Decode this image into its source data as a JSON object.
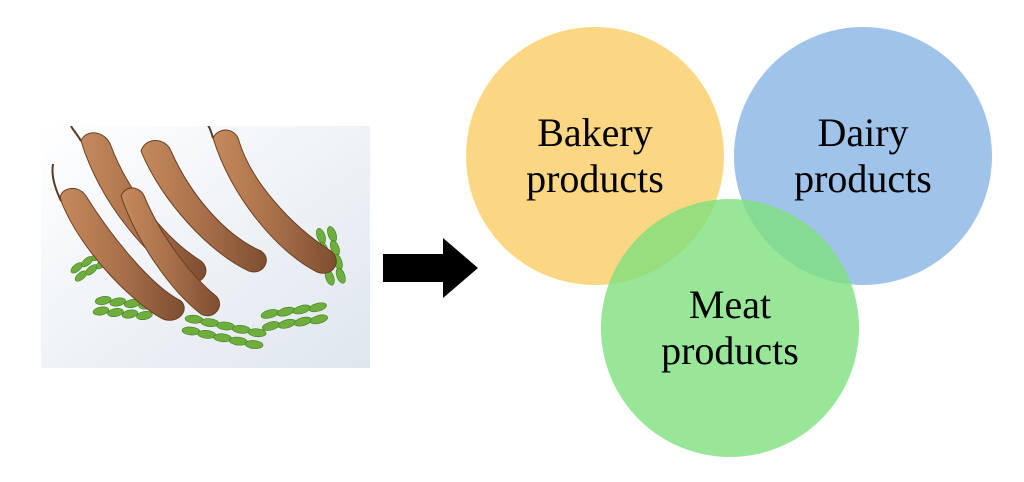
{
  "image": {
    "subject": "tamarind pods with leaves",
    "colors": {
      "pod": "#a8704a",
      "pod_shadow": "#7d4e30",
      "leaf": "#6fae3c",
      "leaf_dark": "#3f7f24",
      "background": "#e9edf3"
    }
  },
  "arrow": {
    "color": "#000000",
    "icon": "right-arrow-icon"
  },
  "circles": [
    {
      "id": "bakery",
      "line1": "Bakery",
      "line2": "products",
      "color": "#fcd478"
    },
    {
      "id": "dairy",
      "line1": "Dairy",
      "line2": "products",
      "color": "#8fb8e6"
    },
    {
      "id": "meat",
      "line1": "Meat",
      "line2": "products",
      "color": "#7ee07e"
    }
  ]
}
